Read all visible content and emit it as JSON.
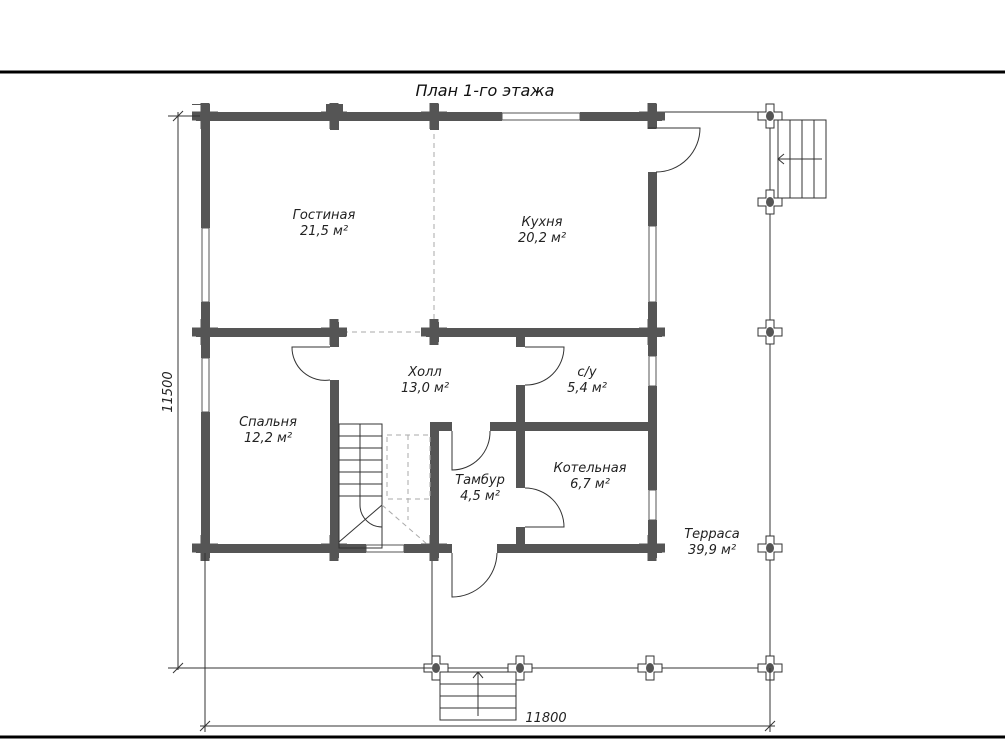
{
  "title": "План 1-го этажа",
  "rooms": [
    {
      "name": "Гостиная",
      "area": "21,5 м²"
    },
    {
      "name": "Кухня",
      "area": "20,2 м²"
    },
    {
      "name": "Холл",
      "area": "13,0 м²"
    },
    {
      "name": "с/у",
      "area": "5,4 м²"
    },
    {
      "name": "Спальня",
      "area": "12,2 м²"
    },
    {
      "name": "Тамбур",
      "area": "4,5 м²"
    },
    {
      "name": "Котельная",
      "area": "6,7 м²"
    },
    {
      "name": "Терраса",
      "area": "39,9 м²"
    }
  ],
  "dimensions": {
    "height": "11500",
    "width": "11800"
  },
  "colors": {
    "wall": "#555555",
    "line": "#333333"
  }
}
